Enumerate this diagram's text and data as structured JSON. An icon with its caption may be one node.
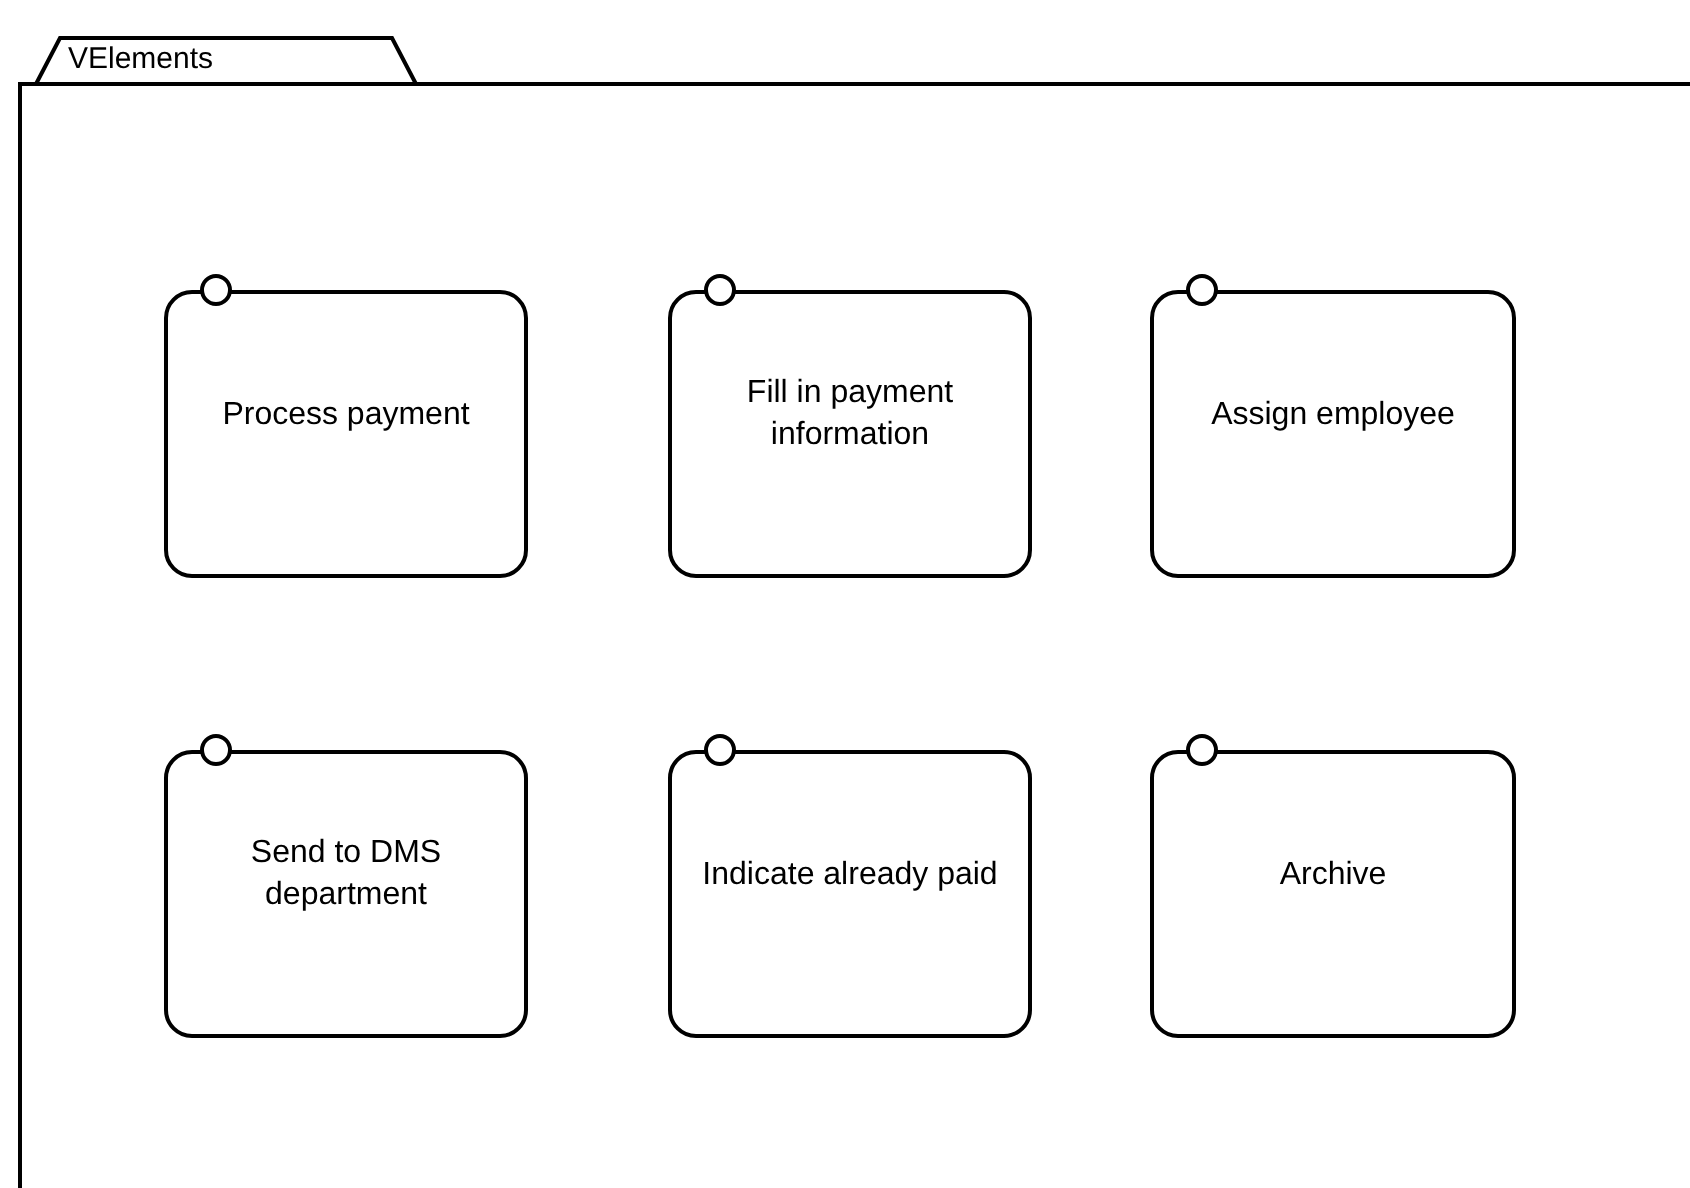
{
  "diagram": {
    "nodes": [
      {
        "text": [
          "VElements"
        ]
      },
      {
        "text": [
          "Process payment"
        ],
        "in": 0
      },
      {
        "text": [
          "Fill in payment information"
        ],
        "in": 0
      },
      {
        "text": [
          "Assign employee"
        ],
        "in": 0
      },
      {
        "text": [
          "Send to DMS department"
        ],
        "in": 0
      },
      {
        "text": [
          "Indicate already paid"
        ],
        "in": 0
      },
      {
        "text": [
          "Archive"
        ],
        "in": 0
      }
    ]
  }
}
